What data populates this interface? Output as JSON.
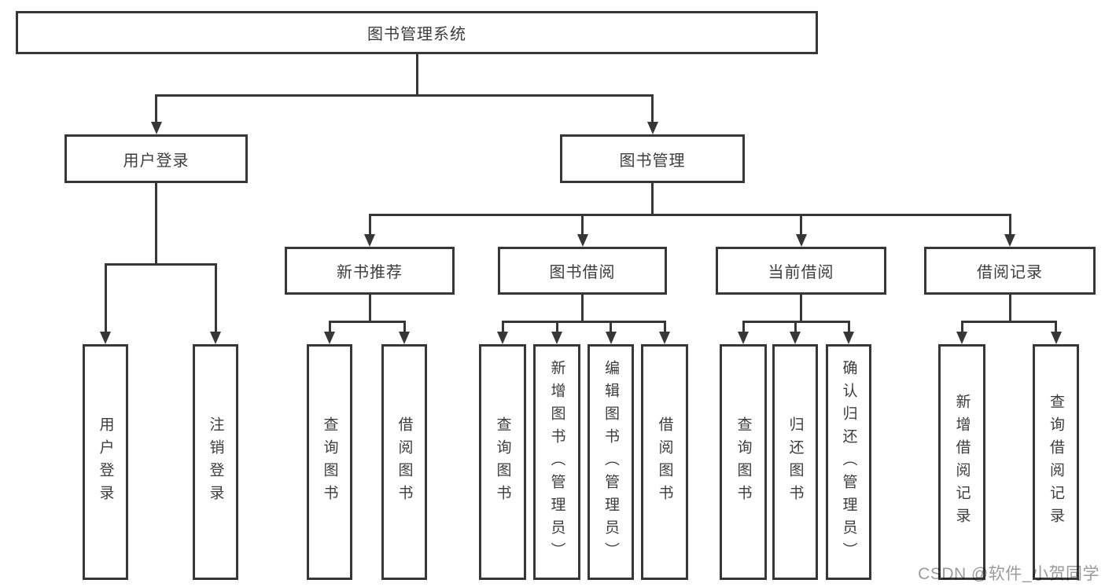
{
  "watermark": "CSDN @软件_小贺同学",
  "colors": {
    "line": "#373737",
    "text": "#3d3d3d",
    "box_fill": "#ffffff",
    "watermark": "#9b9b9b",
    "background": "#ffffff"
  },
  "tree": {
    "id": "root",
    "label": "图书管理系统",
    "children": [
      {
        "id": "user-login",
        "label": "用户登录",
        "children": [
          {
            "id": "user-login-v",
            "label": "用户登录"
          },
          {
            "id": "logout",
            "label": "注销登录"
          }
        ]
      },
      {
        "id": "book-mgmt",
        "label": "图书管理",
        "children": [
          {
            "id": "new-book-rec",
            "label": "新书推荐",
            "children": [
              {
                "id": "nbr-query",
                "label": "查询图书"
              },
              {
                "id": "nbr-borrow",
                "label": "借阅图书"
              }
            ]
          },
          {
            "id": "book-borrow",
            "label": "图书借阅",
            "children": [
              {
                "id": "bb-query",
                "label": "查询图书"
              },
              {
                "id": "bb-add",
                "label": "新增图书（管理员）"
              },
              {
                "id": "bb-edit",
                "label": "编辑图书（管理员）"
              },
              {
                "id": "bb-borrow",
                "label": "借阅图书"
              }
            ]
          },
          {
            "id": "current-borrow",
            "label": "当前借阅",
            "children": [
              {
                "id": "cb-query",
                "label": "查询图书"
              },
              {
                "id": "cb-return",
                "label": "归还图书"
              },
              {
                "id": "cb-confirm",
                "label": "确认归还（管理员）"
              }
            ]
          },
          {
            "id": "borrow-records",
            "label": "借阅记录",
            "children": [
              {
                "id": "br-add",
                "label": "新增借阅记录"
              },
              {
                "id": "br-query",
                "label": "查询借阅记录"
              }
            ]
          }
        ]
      }
    ]
  }
}
